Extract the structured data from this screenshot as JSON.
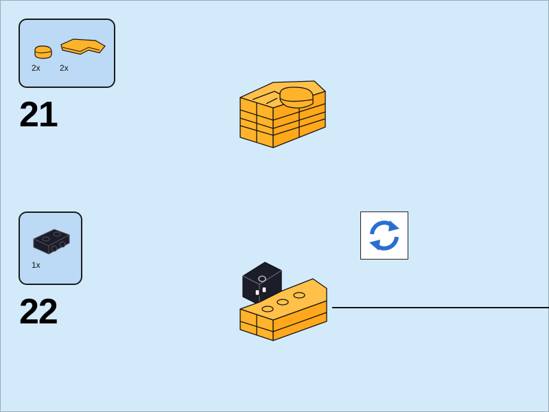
{
  "steps": [
    {
      "number": "21",
      "parts": [
        {
          "qty": "2x",
          "icon": "round-plate-1x1-icon",
          "color": "#ffb32a"
        },
        {
          "qty": "2x",
          "icon": "corner-plate-icon",
          "color": "#ffb32a"
        }
      ]
    },
    {
      "number": "22",
      "parts": [
        {
          "qty": "1x",
          "icon": "bracket-plate-icon",
          "color": "#1b1d2b"
        }
      ]
    }
  ],
  "rotate_icon": "rotate-model-icon",
  "colors": {
    "background": "#d3eafa",
    "parts_box": "#bcd9f5",
    "brick_yellow": "#ffb32a",
    "brick_black": "#1b1d2b",
    "rotate_blue": "#2a6fd0"
  }
}
